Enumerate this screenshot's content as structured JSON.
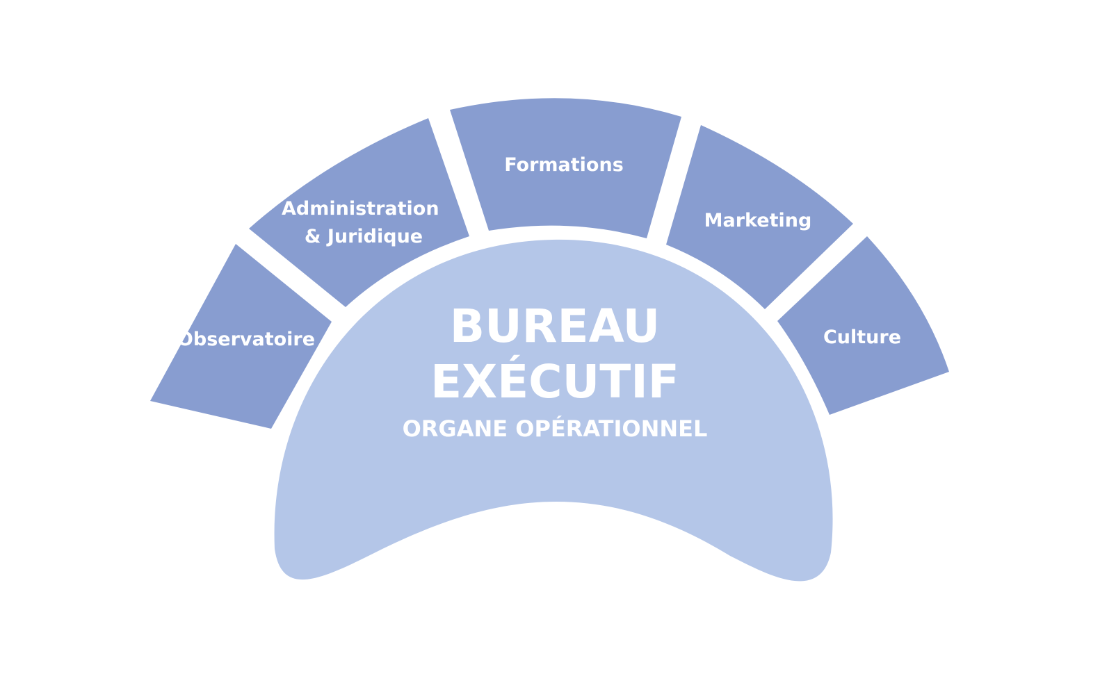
{
  "colors": {
    "background": "#ffffff",
    "segment_fill": "#889dd0",
    "center_fill": "#b4c6e8",
    "text": "#ffffff"
  },
  "segments": [
    {
      "id": "observatoire",
      "lines": [
        "Observatoire"
      ]
    },
    {
      "id": "administration-juridique",
      "lines": [
        "Administration",
        "& Juridique"
      ]
    },
    {
      "id": "formations",
      "lines": [
        "Formations"
      ]
    },
    {
      "id": "marketing",
      "lines": [
        "Marketing"
      ]
    },
    {
      "id": "culture",
      "lines": [
        "Culture"
      ]
    }
  ],
  "center": {
    "title_line1": "BUREAU",
    "title_line2": "EXÉCUTIF",
    "subtitle": "ORGANE OPÉRATIONNEL"
  }
}
